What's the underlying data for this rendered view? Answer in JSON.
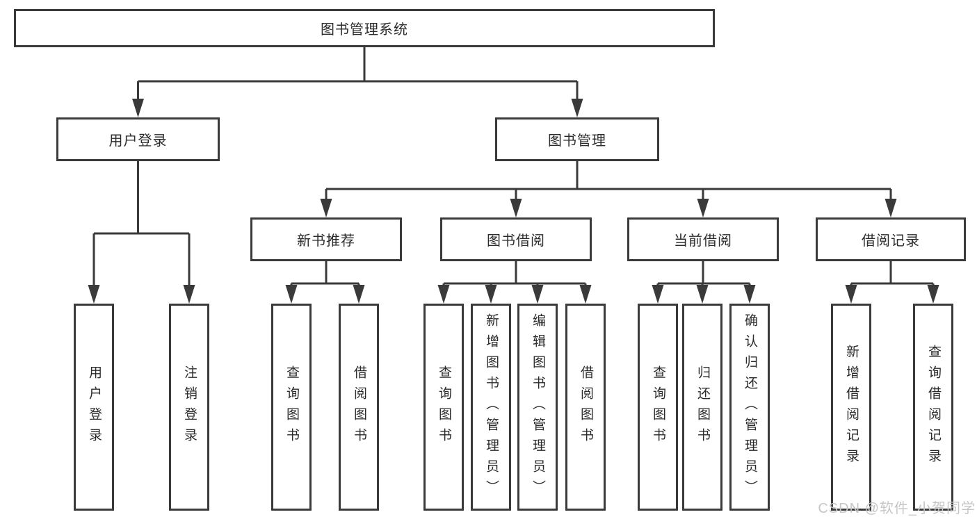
{
  "tree": {
    "root": "图书管理系统",
    "branches": [
      {
        "label": "用户登录",
        "children": [
          {
            "label": "用户登录"
          },
          {
            "label": "注销登录"
          }
        ]
      },
      {
        "label": "图书管理",
        "groups": [
          {
            "label": "新书推荐",
            "children": [
              {
                "label": "查询图书"
              },
              {
                "label": "借阅图书"
              }
            ]
          },
          {
            "label": "图书借阅",
            "children": [
              {
                "label": "查询图书"
              },
              {
                "label": "新增图书（管理员）"
              },
              {
                "label": "编辑图书（管理员）"
              },
              {
                "label": "借阅图书"
              }
            ]
          },
          {
            "label": "当前借阅",
            "children": [
              {
                "label": "查询图书"
              },
              {
                "label": "归还图书"
              },
              {
                "label": "确认归还（管理员）"
              }
            ]
          },
          {
            "label": "借阅记录",
            "children": [
              {
                "label": "新增借阅记录"
              },
              {
                "label": "查询借阅记录"
              }
            ]
          }
        ]
      }
    ]
  },
  "watermark": "CSDN @软件_小贺同学",
  "colors": {
    "line": "#3a3a3a",
    "box_border": "#3a3a3a",
    "text": "#2b2b2b",
    "background": "#ffffff",
    "watermark": "#c6c6c6"
  }
}
